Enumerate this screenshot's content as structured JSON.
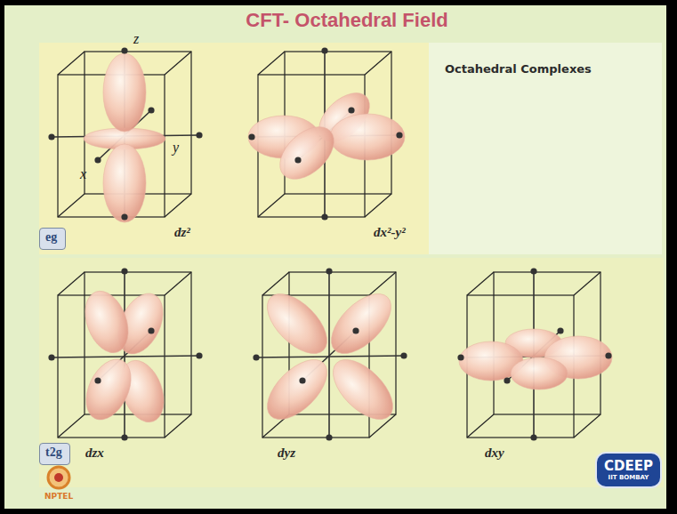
{
  "diagram": {
    "title": "CFT- Octahedral Field",
    "nodes": [
      {
        "text": [
          "eg"
        ]
      },
      {
        "text": [
          "t2g"
        ]
      },
      {
        "text": [
          "CDEEP",
          "IIT BOMBAY"
        ]
      }
    ],
    "labels": [
      "Octahedral Complexes",
      "z",
      "x",
      "y",
      "dz²",
      "dx²-y²",
      "dzx",
      "dyz",
      "dxy",
      "NPTEL"
    ]
  }
}
